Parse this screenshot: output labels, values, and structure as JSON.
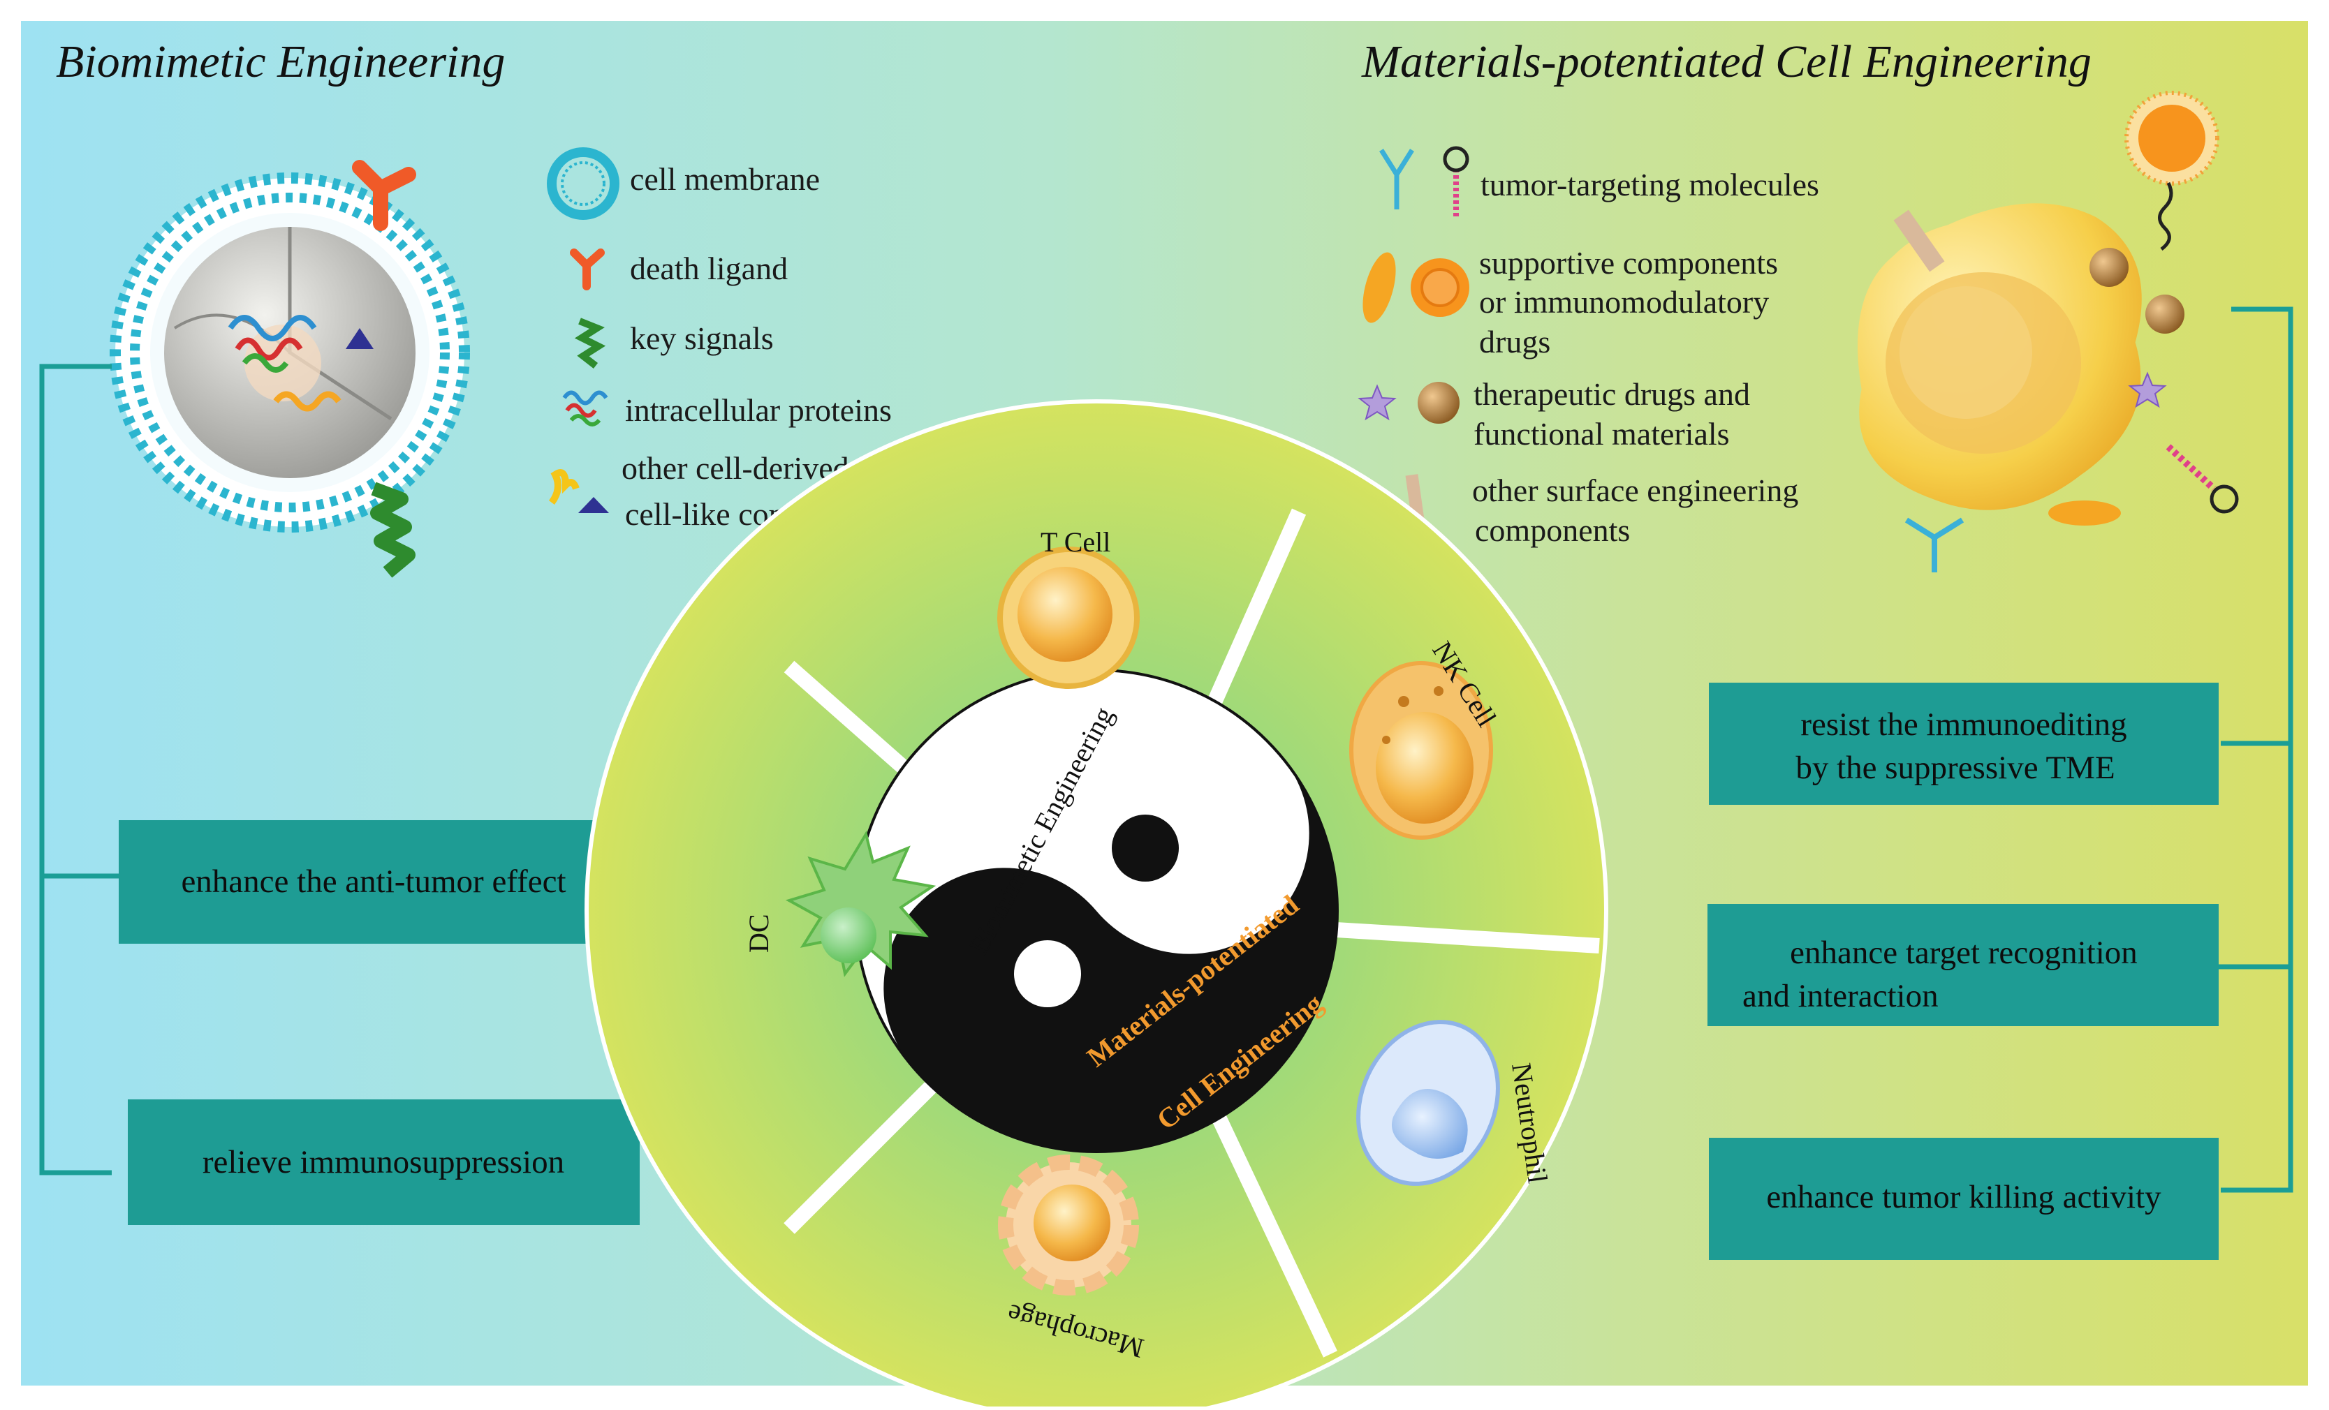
{
  "titles": {
    "left": "Biomimetic Engineering",
    "right": "Materials-potentiated Cell Engineering"
  },
  "left_legend": [
    {
      "icon": "cell-membrane-icon",
      "label": "cell membrane"
    },
    {
      "icon": "death-ligand-icon",
      "label": "death ligand"
    },
    {
      "icon": "key-signals-icon",
      "label": "key signals"
    },
    {
      "icon": "intracellular-proteins-icon",
      "label": "intracellular proteins"
    },
    {
      "icon": "cell-derived-components-icon",
      "label": "other cell-derived or",
      "label2": "cell-like components"
    }
  ],
  "right_legend": [
    {
      "icon": "antibody-aptamer-icon",
      "label": "tumor-targeting molecules"
    },
    {
      "icon": "liposome-icon",
      "label": "supportive components",
      "label2": "or  immunomodulatory",
      "label3": "drugs"
    },
    {
      "icon": "star-particle-icon",
      "label": "therapeutic drugs and",
      "label2": "functional materials"
    },
    {
      "icon": "surface-component-icon",
      "label": "other surface engineering",
      "label2": "components"
    }
  ],
  "left_boxes": [
    "enhance the anti-tumor effect",
    "relieve immunosuppression"
  ],
  "right_boxes": [
    {
      "line1": "resist the immunoediting",
      "line2": "by the suppressive TME"
    },
    {
      "line1": "enhance target recognition",
      "line2": "and interaction"
    },
    {
      "line1": "enhance tumor killing activity"
    }
  ],
  "wheel": {
    "cells": [
      "T Cell",
      "NK Cell",
      "Neutrophil",
      "Macrophage",
      "DC"
    ],
    "yin_white_label": "Biomimetic Engineering",
    "yin_black_line1": "Materials-potentiated",
    "yin_black_line2": "Cell Engineering"
  },
  "colors": {
    "teal_box": "#1e9c94",
    "bracket": "#1a9e96",
    "membrane": "#2bb5cf",
    "orange_text": "#f29a2e",
    "bg_left": "#9fe0ef",
    "bg_right": "#d6e068"
  }
}
